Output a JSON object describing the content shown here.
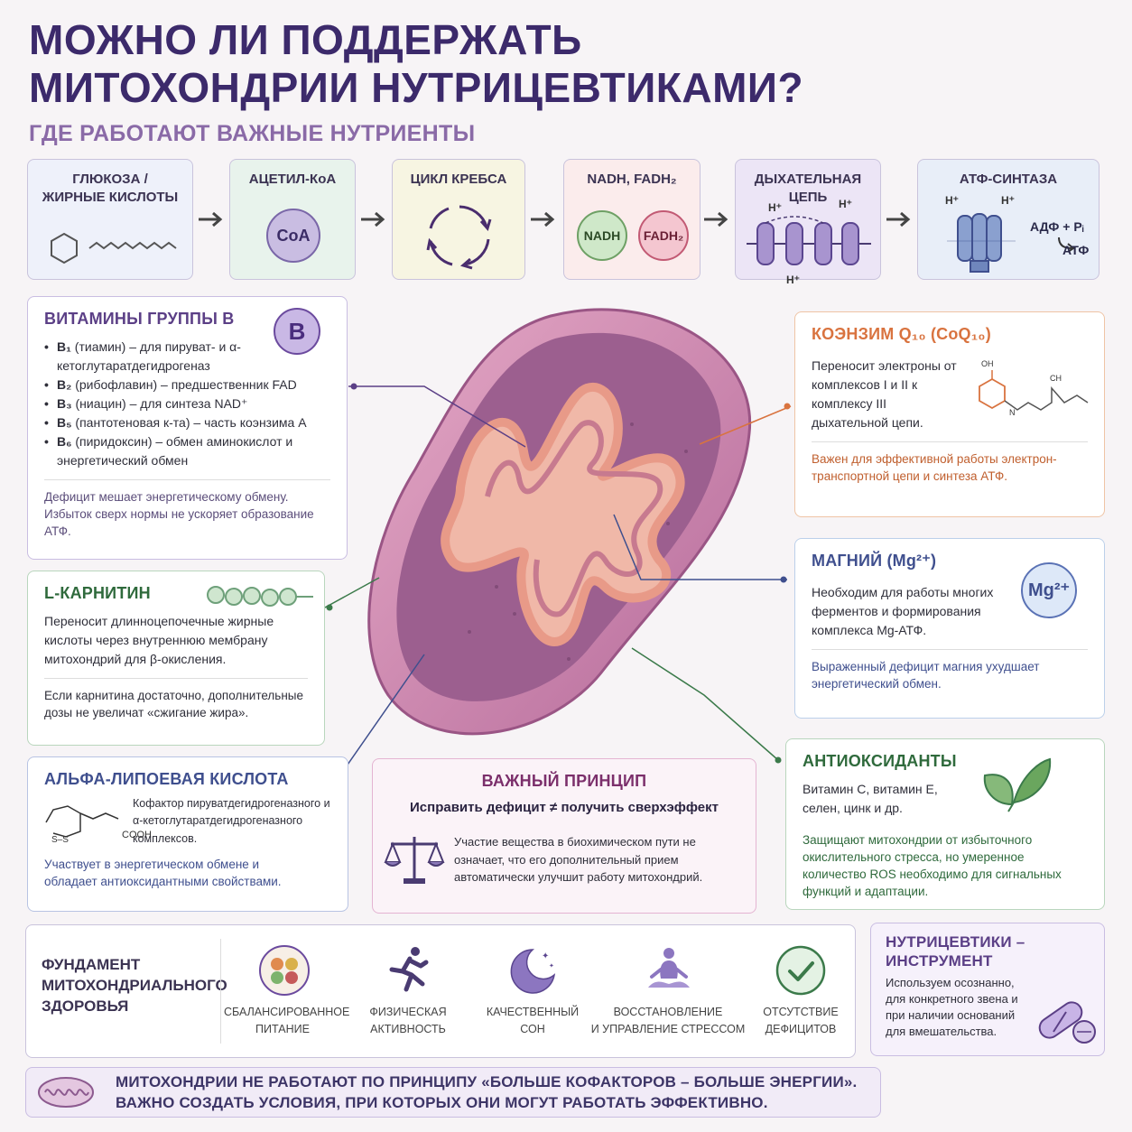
{
  "title": {
    "line1": "МОЖНО ЛИ ПОДДЕРЖАТЬ",
    "line2": "МИТОХОНДРИИ НУТРИЦЕВТИКАМИ?"
  },
  "subtitle": "ГДЕ РАБОТАЮТ ВАЖНЫЕ НУТРИЕНТЫ",
  "flow": {
    "s1": {
      "line1": "ГЛЮКОЗА /",
      "line2": "ЖИРНЫЕ КИСЛОТЫ"
    },
    "s2": {
      "label": "АЦЕТИЛ-КоА",
      "badge": "CoA"
    },
    "s3": {
      "label": "ЦИКЛ КРЕБСА"
    },
    "s4": {
      "label": "NADH, FADH₂",
      "b1": "NADH",
      "b2": "FADH₂"
    },
    "s5": {
      "line1": "ДЫХАТЕЛЬНАЯ",
      "line2": "ЦЕПЬ",
      "h": "H⁺"
    },
    "s6": {
      "label": "АТФ-СИНТАЗА",
      "h": "H⁺",
      "adp": "АДФ + Pᵢ",
      "atp": "АТФ"
    }
  },
  "vitb": {
    "title": "ВИТАМИНЫ ГРУППЫ B",
    "badge": "B",
    "items": [
      {
        "n": "B₁",
        "t": " (тиамин) – для пируват- и α-кетоглутаратдегидрогеназ"
      },
      {
        "n": "B₂",
        "t": " (рибофлавин) – предшественник FAD"
      },
      {
        "n": "B₃",
        "t": " (ниацин) – для синтеза NAD⁺"
      },
      {
        "n": "B₅",
        "t": " (пантотеновая к-та) – часть коэнзима A"
      },
      {
        "n": "B₆",
        "t": " (пиридоксин) – обмен аминокислот и энергетический обмен"
      }
    ],
    "note": "Дефицит мешает энергетическому обмену. Избыток сверх нормы не ускоряет образование АТФ."
  },
  "carnitine": {
    "title": "L-КАРНИТИН",
    "text": "Переносит длинноцепочечные жирные кислоты через внутреннюю мембрану митохондрий для β-окисления.",
    "note": "Если карнитина достаточно, дополнительные дозы не увеличат «сжигание жира»."
  },
  "ala": {
    "title": "АЛЬФА-ЛИПОЕВАЯ КИСЛОТА",
    "text": "Кофактор пируватдегидрогеназного и α-кетоглутаратдегидрогеназного комплексов.",
    "cooh": "COOH",
    "ss": "S–S",
    "note": "Участвует в энергетическом обмене и обладает антиоксидантными свойствами."
  },
  "coq": {
    "title": "КОЭНЗИМ Q₁₀ (CoQ₁₀)",
    "text": "Переносит электроны от комплексов I и II к комплексу III дыхательной цепи.",
    "oh": "OH",
    "ch": "CH",
    "n": "N",
    "note": "Важен для эффективной работы электрон-транспортной цепи и синтеза АТФ."
  },
  "mg": {
    "title": "МАГНИЙ (Mg²⁺)",
    "badge": "Mg²⁺",
    "text": "Необходим для работы многих ферментов и формирования комплекса Mg-АТФ.",
    "note": "Выраженный дефицит магния ухудшает энергетический обмен."
  },
  "antiox": {
    "title": "АНТИОКСИДАНТЫ",
    "text": "Витамин С, витамин Е, селен, цинк и др.",
    "note": "Защищают митохондрии от избыточного окислительного стресса, но умеренное количество ROS необходимо для сигнальных функций и адаптации."
  },
  "principle": {
    "title": "ВАЖНЫЙ ПРИНЦИП",
    "formula": "Исправить дефицит  ≠  получить сверхэффект",
    "text": "Участие вещества в биохимическом пути не означает, что его дополнительный прием автоматически улучшит работу митохондрий."
  },
  "foundation": {
    "title": "ФУНДАМЕНТ МИТОХОНДРИАЛЬНОГО ЗДОРОВЬЯ",
    "p1": {
      "l1": "СБАЛАНСИРОВАННОЕ",
      "l2": "ПИТАНИЕ"
    },
    "p2": {
      "l1": "ФИЗИЧЕСКАЯ",
      "l2": "АКТИВНОСТЬ"
    },
    "p3": {
      "l1": "КАЧЕСТВЕННЫЙ",
      "l2": "СОН"
    },
    "p4": {
      "l1": "ВОССТАНОВЛЕНИЕ",
      "l2": "И УПРАВЛЕНИЕ СТРЕССОМ"
    },
    "p5": {
      "l1": "ОТСУТСТВИЕ",
      "l2": "ДЕФИЦИТОВ"
    }
  },
  "tool": {
    "title": "НУТРИЦЕВТИКИ – ИНСТРУМЕНТ",
    "text": "Используем осознанно, для конкретного звена и при наличии оснований для вмешательства."
  },
  "footer": {
    "line1": "МИТОХОНДРИИ НЕ РАБОТАЮТ ПО ПРИНЦИПУ «БОЛЬШЕ КОФАКТОРОВ – БОЛЬШЕ ЭНЕРГИИ».",
    "line2": "ВАЖНО СОЗДАТЬ УСЛОВИЯ, ПРИ КОТОРЫХ ОНИ МОГУТ РАБОТАТЬ ЭФФЕКТИВНО."
  },
  "colors": {
    "purple": "#6b4a9e",
    "orange": "#d9733f",
    "green": "#3b7a4a",
    "blue": "#3f4f8e",
    "berry": "#7b2f6b"
  }
}
